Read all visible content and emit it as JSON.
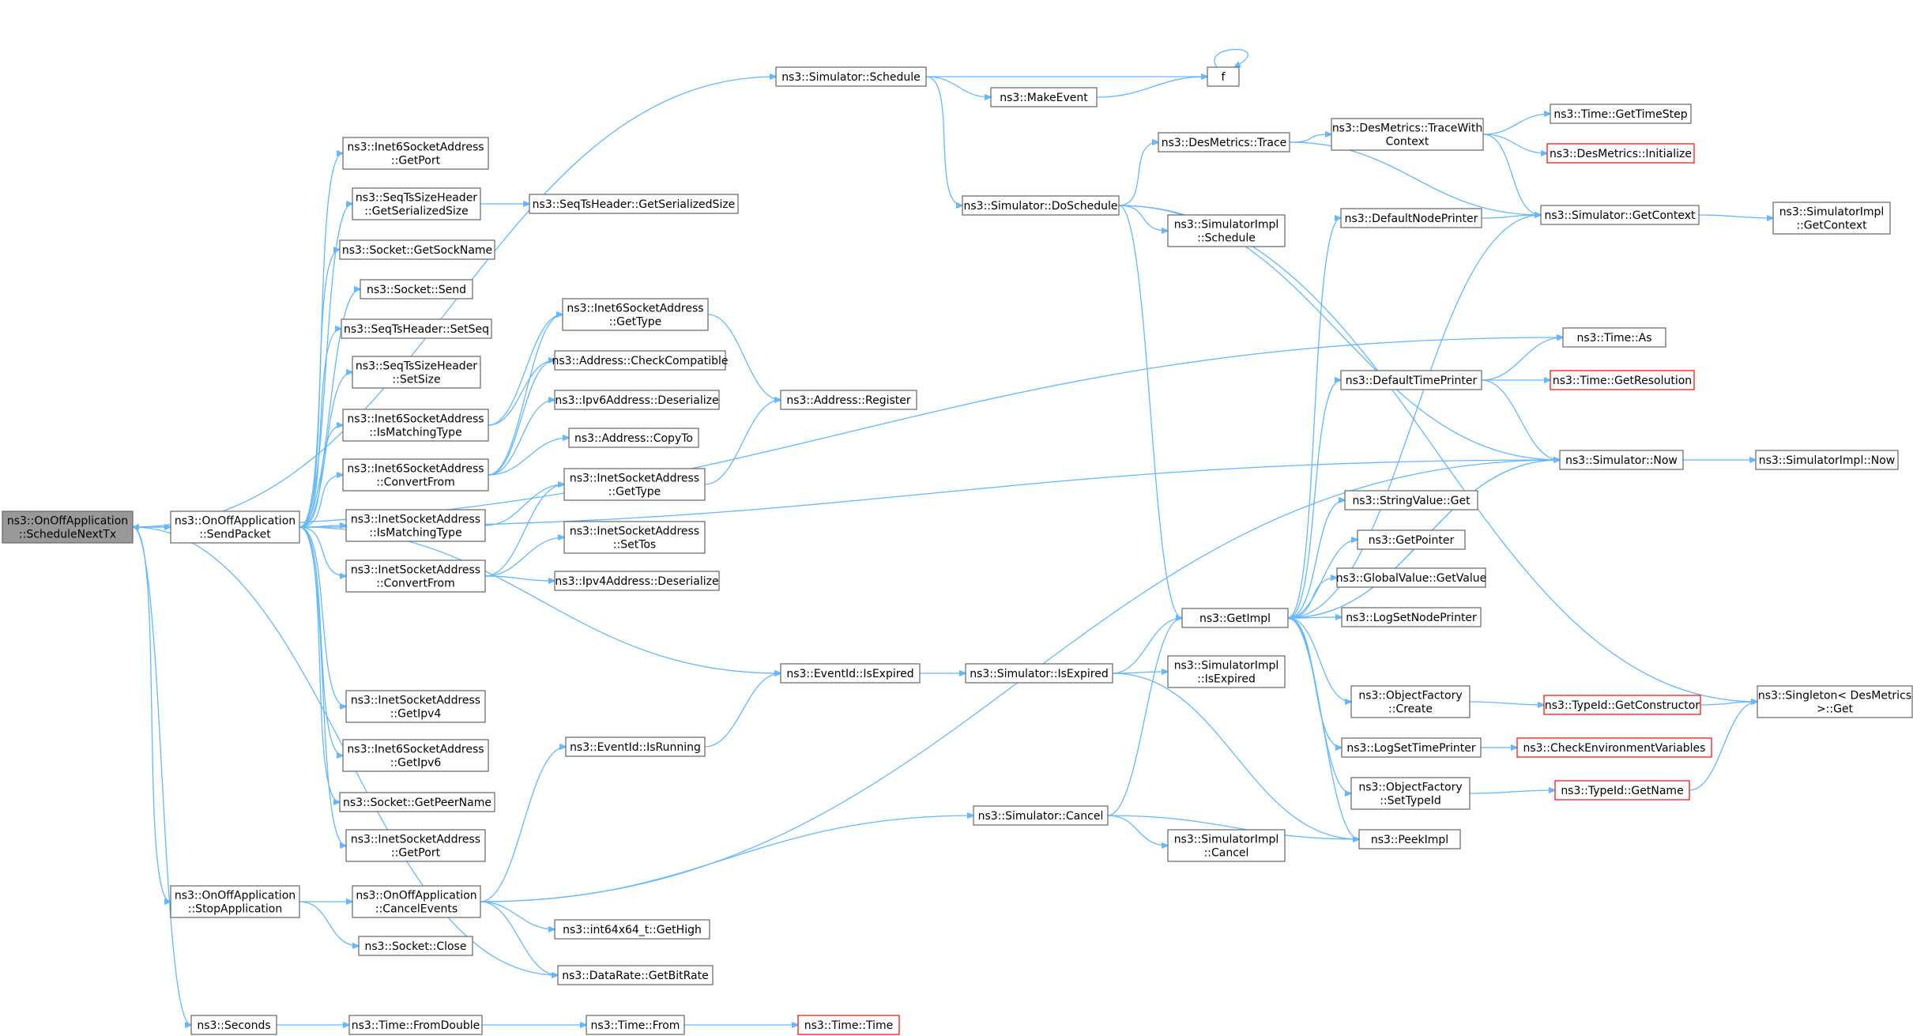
{
  "diagram": {
    "colors": {
      "edge": "#63b8ff",
      "node_border": "#666666",
      "node_border_missing": "#ff0000",
      "root_fill": "#999999",
      "node_fill": "#ffffff"
    },
    "nodes": [
      {
        "id": "root",
        "lines": [
          "ns3::OnOffApplication",
          "::ScheduleNextTx"
        ],
        "root": true
      },
      {
        "id": "send",
        "lines": [
          "ns3::OnOffApplication",
          "::SendPacket"
        ]
      },
      {
        "id": "stopapp",
        "lines": [
          "ns3::OnOffApplication",
          "::StopApplication"
        ]
      },
      {
        "id": "seconds",
        "lines": [
          "ns3::Seconds"
        ]
      },
      {
        "id": "schedule",
        "lines": [
          "ns3::Simulator::Schedule"
        ]
      },
      {
        "id": "f",
        "lines": [
          "f"
        ]
      },
      {
        "id": "makeevent",
        "lines": [
          "ns3::MakeEvent"
        ]
      },
      {
        "id": "doschedule",
        "lines": [
          "ns3::Simulator::DoSchedule"
        ]
      },
      {
        "id": "desTrace",
        "lines": [
          "ns3::DesMetrics::Trace"
        ]
      },
      {
        "id": "desTraceCtx",
        "lines": [
          "ns3::DesMetrics::TraceWith",
          "Context"
        ]
      },
      {
        "id": "timestep",
        "lines": [
          "ns3::Time::GetTimeStep"
        ]
      },
      {
        "id": "desInit",
        "lines": [
          "ns3::DesMetrics::Initialize"
        ],
        "red": true
      },
      {
        "id": "implSchedule",
        "lines": [
          "ns3::SimulatorImpl",
          "::Schedule"
        ]
      },
      {
        "id": "defNodePrinter",
        "lines": [
          "ns3::DefaultNodePrinter"
        ]
      },
      {
        "id": "getContext",
        "lines": [
          "ns3::Simulator::GetContext"
        ]
      },
      {
        "id": "implGetContext",
        "lines": [
          "ns3::SimulatorImpl",
          "::GetContext"
        ]
      },
      {
        "id": "timeAs",
        "lines": [
          "ns3::Time::As"
        ]
      },
      {
        "id": "defTimePrinter",
        "lines": [
          "ns3::DefaultTimePrinter"
        ]
      },
      {
        "id": "getRes",
        "lines": [
          "ns3::Time::GetResolution"
        ],
        "red": true
      },
      {
        "id": "now",
        "lines": [
          "ns3::Simulator::Now"
        ]
      },
      {
        "id": "implNow",
        "lines": [
          "ns3::SimulatorImpl::Now"
        ]
      },
      {
        "id": "strGet",
        "lines": [
          "ns3::StringValue::Get"
        ]
      },
      {
        "id": "getPointer",
        "lines": [
          "ns3::GetPointer"
        ]
      },
      {
        "id": "gvGetValue",
        "lines": [
          "ns3::GlobalValue::GetValue"
        ]
      },
      {
        "id": "logNode",
        "lines": [
          "ns3::LogSetNodePrinter"
        ]
      },
      {
        "id": "getImpl",
        "lines": [
          "ns3::GetImpl"
        ]
      },
      {
        "id": "ofCreate",
        "lines": [
          "ns3::ObjectFactory",
          "::Create"
        ]
      },
      {
        "id": "getCtor",
        "lines": [
          "ns3::TypeId::GetConstructor"
        ],
        "red": true
      },
      {
        "id": "singleton",
        "lines": [
          "ns3::Singleton< DesMetrics",
          ">::Get"
        ]
      },
      {
        "id": "logTime",
        "lines": [
          "ns3::LogSetTimePrinter"
        ]
      },
      {
        "id": "checkEnv",
        "lines": [
          "ns3::CheckEnvironmentVariables"
        ],
        "red": true
      },
      {
        "id": "ofSetType",
        "lines": [
          "ns3::ObjectFactory",
          "::SetTypeId"
        ]
      },
      {
        "id": "getName",
        "lines": [
          "ns3::TypeId::GetName"
        ],
        "red": true
      },
      {
        "id": "peekImpl",
        "lines": [
          "ns3::PeekImpl"
        ]
      },
      {
        "id": "i6GetPort",
        "lines": [
          "ns3::Inet6SocketAddress",
          "::GetPort"
        ]
      },
      {
        "id": "seqTsSize",
        "lines": [
          "ns3::SeqTsSizeHeader",
          "::GetSerializedSize"
        ]
      },
      {
        "id": "seqTsSer",
        "lines": [
          "ns3::SeqTsHeader::GetSerializedSize"
        ]
      },
      {
        "id": "sockName",
        "lines": [
          "ns3::Socket::GetSockName"
        ]
      },
      {
        "id": "sockSend",
        "lines": [
          "ns3::Socket::Send"
        ]
      },
      {
        "id": "setSeq",
        "lines": [
          "ns3::SeqTsHeader::SetSeq"
        ]
      },
      {
        "id": "setSize",
        "lines": [
          "ns3::SeqTsSizeHeader",
          "::SetSize"
        ]
      },
      {
        "id": "i6Match",
        "lines": [
          "ns3::Inet6SocketAddress",
          "::IsMatchingType"
        ]
      },
      {
        "id": "i6Conv",
        "lines": [
          "ns3::Inet6SocketAddress",
          "::ConvertFrom"
        ]
      },
      {
        "id": "iMatch",
        "lines": [
          "ns3::InetSocketAddress",
          "::IsMatchingType"
        ]
      },
      {
        "id": "iConv",
        "lines": [
          "ns3::InetSocketAddress",
          "::ConvertFrom"
        ]
      },
      {
        "id": "i6GetType",
        "lines": [
          "ns3::Inet6SocketAddress",
          "::GetType"
        ]
      },
      {
        "id": "checkCompat",
        "lines": [
          "ns3::Address::CheckCompatible"
        ]
      },
      {
        "id": "ipv6Deser",
        "lines": [
          "ns3::Ipv6Address::Deserialize"
        ]
      },
      {
        "id": "copyTo",
        "lines": [
          "ns3::Address::CopyTo"
        ]
      },
      {
        "id": "iGetType",
        "lines": [
          "ns3::InetSocketAddress",
          "::GetType"
        ]
      },
      {
        "id": "setTos",
        "lines": [
          "ns3::InetSocketAddress",
          "::SetTos"
        ]
      },
      {
        "id": "ipv4Deser",
        "lines": [
          "ns3::Ipv4Address::Deserialize"
        ]
      },
      {
        "id": "register",
        "lines": [
          "ns3::Address::Register"
        ]
      },
      {
        "id": "isExpired",
        "lines": [
          "ns3::EventId::IsExpired"
        ]
      },
      {
        "id": "simIsExpired",
        "lines": [
          "ns3::Simulator::IsExpired"
        ]
      },
      {
        "id": "implIsExpired",
        "lines": [
          "ns3::SimulatorImpl",
          "::IsExpired"
        ]
      },
      {
        "id": "isRunning",
        "lines": [
          "ns3::EventId::IsRunning"
        ]
      },
      {
        "id": "getIpv4",
        "lines": [
          "ns3::InetSocketAddress",
          "::GetIpv4"
        ]
      },
      {
        "id": "getIpv6",
        "lines": [
          "ns3::Inet6SocketAddress",
          "::GetIpv6"
        ]
      },
      {
        "id": "peerName",
        "lines": [
          "ns3::Socket::GetPeerName"
        ]
      },
      {
        "id": "iGetPort",
        "lines": [
          "ns3::InetSocketAddress",
          "::GetPort"
        ]
      },
      {
        "id": "cancelEvents",
        "lines": [
          "ns3::OnOffApplication",
          "::CancelEvents"
        ]
      },
      {
        "id": "simCancel",
        "lines": [
          "ns3::Simulator::Cancel"
        ]
      },
      {
        "id": "implCancel",
        "lines": [
          "ns3::SimulatorImpl",
          "::Cancel"
        ]
      },
      {
        "id": "getHigh",
        "lines": [
          "ns3::int64x64_t::GetHigh"
        ]
      },
      {
        "id": "sockClose",
        "lines": [
          "ns3::Socket::Close"
        ]
      },
      {
        "id": "bitRate",
        "lines": [
          "ns3::DataRate::GetBitRate"
        ]
      },
      {
        "id": "fromDouble",
        "lines": [
          "ns3::Time::FromDouble"
        ]
      },
      {
        "id": "timeFrom",
        "lines": [
          "ns3::Time::From"
        ]
      },
      {
        "id": "timeTime",
        "lines": [
          "ns3::Time::Time"
        ],
        "red": true
      }
    ],
    "edges": [
      [
        "root",
        "send"
      ],
      [
        "send",
        "root"
      ],
      [
        "root",
        "schedule"
      ],
      [
        "root",
        "timeAs"
      ],
      [
        "root",
        "stopapp"
      ],
      [
        "root",
        "bitRate"
      ],
      [
        "root",
        "seconds"
      ],
      [
        "send",
        "i6GetPort"
      ],
      [
        "send",
        "seqTsSize"
      ],
      [
        "send",
        "sockName"
      ],
      [
        "send",
        "sockSend"
      ],
      [
        "send",
        "setSeq"
      ],
      [
        "send",
        "setSize"
      ],
      [
        "send",
        "i6Match"
      ],
      [
        "send",
        "i6Conv"
      ],
      [
        "send",
        "iMatch"
      ],
      [
        "send",
        "iConv"
      ],
      [
        "send",
        "now"
      ],
      [
        "send",
        "isExpired"
      ],
      [
        "send",
        "getIpv4"
      ],
      [
        "send",
        "getIpv6"
      ],
      [
        "send",
        "peerName"
      ],
      [
        "send",
        "iGetPort"
      ],
      [
        "seqTsSize",
        "seqTsSer"
      ],
      [
        "i6Match",
        "i6GetType"
      ],
      [
        "i6Match",
        "checkCompat"
      ],
      [
        "i6Conv",
        "i6GetType"
      ],
      [
        "i6Conv",
        "checkCompat"
      ],
      [
        "i6Conv",
        "ipv6Deser"
      ],
      [
        "i6Conv",
        "copyTo"
      ],
      [
        "iMatch",
        "iGetType"
      ],
      [
        "iConv",
        "iGetType"
      ],
      [
        "iConv",
        "setTos"
      ],
      [
        "iConv",
        "ipv4Deser"
      ],
      [
        "i6GetType",
        "register"
      ],
      [
        "iGetType",
        "register"
      ],
      [
        "schedule",
        "f"
      ],
      [
        "schedule",
        "makeevent"
      ],
      [
        "schedule",
        "doschedule"
      ],
      [
        "makeevent",
        "f"
      ],
      [
        "f",
        "f"
      ],
      [
        "doschedule",
        "desTrace"
      ],
      [
        "doschedule",
        "implSchedule"
      ],
      [
        "doschedule",
        "getImpl"
      ],
      [
        "doschedule",
        "now"
      ],
      [
        "doschedule",
        "singleton"
      ],
      [
        "desTrace",
        "desTraceCtx"
      ],
      [
        "desTrace",
        "getContext"
      ],
      [
        "desTraceCtx",
        "timestep"
      ],
      [
        "desTraceCtx",
        "desInit"
      ],
      [
        "desTraceCtx",
        "getContext"
      ],
      [
        "defNodePrinter",
        "getContext"
      ],
      [
        "getContext",
        "implGetContext"
      ],
      [
        "defTimePrinter",
        "timeAs"
      ],
      [
        "defTimePrinter",
        "getRes"
      ],
      [
        "defTimePrinter",
        "now"
      ],
      [
        "now",
        "implNow"
      ],
      [
        "getImpl",
        "defNodePrinter"
      ],
      [
        "getImpl",
        "getContext"
      ],
      [
        "getImpl",
        "defTimePrinter"
      ],
      [
        "getImpl",
        "strGet"
      ],
      [
        "getImpl",
        "getPointer"
      ],
      [
        "getImpl",
        "gvGetValue"
      ],
      [
        "getImpl",
        "logNode"
      ],
      [
        "getImpl",
        "ofCreate"
      ],
      [
        "getImpl",
        "logTime"
      ],
      [
        "getImpl",
        "ofSetType"
      ],
      [
        "getImpl",
        "peekImpl"
      ],
      [
        "getImpl",
        "now"
      ],
      [
        "ofCreate",
        "getCtor"
      ],
      [
        "getCtor",
        "singleton"
      ],
      [
        "logTime",
        "checkEnv"
      ],
      [
        "ofSetType",
        "getName"
      ],
      [
        "getName",
        "singleton"
      ],
      [
        "now",
        "getImpl"
      ],
      [
        "isExpired",
        "simIsExpired"
      ],
      [
        "simIsExpired",
        "getImpl"
      ],
      [
        "simIsExpired",
        "implIsExpired"
      ],
      [
        "simIsExpired",
        "peekImpl"
      ],
      [
        "isRunning",
        "isExpired"
      ],
      [
        "stopapp",
        "cancelEvents"
      ],
      [
        "stopapp",
        "sockClose"
      ],
      [
        "cancelEvents",
        "isRunning"
      ],
      [
        "cancelEvents",
        "simCancel"
      ],
      [
        "cancelEvents",
        "now"
      ],
      [
        "cancelEvents",
        "getHigh"
      ],
      [
        "cancelEvents",
        "bitRate"
      ],
      [
        "simCancel",
        "getImpl"
      ],
      [
        "simCancel",
        "implCancel"
      ],
      [
        "simCancel",
        "peekImpl"
      ],
      [
        "seconds",
        "fromDouble"
      ],
      [
        "fromDouble",
        "timeFrom"
      ],
      [
        "timeFrom",
        "timeTime"
      ]
    ]
  }
}
